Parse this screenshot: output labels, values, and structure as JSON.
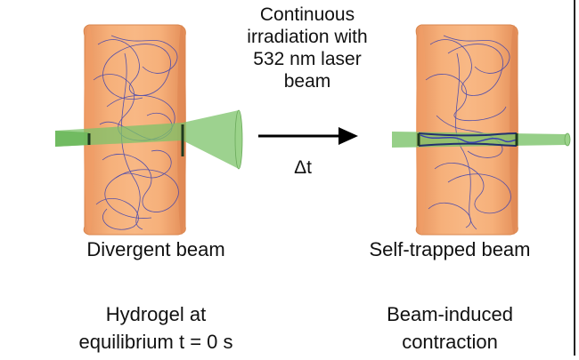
{
  "process": {
    "lines": [
      "Continuous",
      "irradiation with",
      "532 nm laser",
      "beam"
    ],
    "delta": "Δt"
  },
  "left_panel": {
    "beam_caption": "Divergent beam",
    "state_line1": "Hydrogel at",
    "state_line2": "equilibrium t = 0 s"
  },
  "right_panel": {
    "beam_caption": "Self-trapped beam",
    "state_line1": "Beam-induced",
    "state_line2": "contraction"
  },
  "colors": {
    "gel_fill": "#f4a870",
    "gel_edge": "#d9874f",
    "beam_fill": "#7cc36a",
    "polymer": "#3a3fb0"
  }
}
